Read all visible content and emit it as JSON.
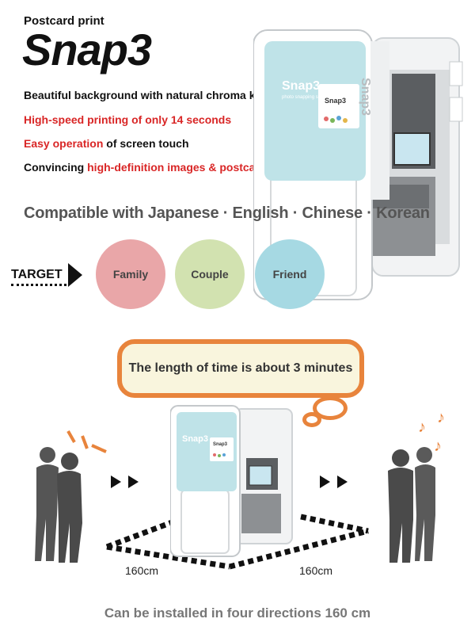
{
  "header": {
    "subtitle": "Postcard print",
    "logo": "Snap3"
  },
  "features": [
    {
      "plain": "Beautiful background with natural chroma key",
      "red": "",
      "tail": ""
    },
    {
      "plain": "",
      "red": "High-speed printing of only 14 seconds",
      "tail": ""
    },
    {
      "plain": "",
      "red": "Easy operation",
      "tail": " of screen touch"
    },
    {
      "plain": "Convincing ",
      "red": "high-definition images & postcard print!",
      "tail": ""
    }
  ],
  "compatibility": "Compatible with Japanese · English · Chinese · Korean",
  "target": {
    "label": "TARGET",
    "groups": [
      "Family",
      "Couple",
      "Friend"
    ]
  },
  "booth": {
    "brand": "Snap3",
    "side_label": "Snap3",
    "tagline": "photo snapping service",
    "screen_brand": "Snap3"
  },
  "time_bubble": "The length of time is about 3 minutes",
  "dimensions": {
    "left": "160cm",
    "right": "160cm"
  },
  "footer": "Can be installed in four directions 160 cm",
  "colors": {
    "accent_red": "#d92626",
    "bubble_border": "#e8843c",
    "family": "#e9a6a8",
    "couple": "#d2e2b0",
    "friend": "#a6d9e3",
    "booth_panel": "#bfe3e8"
  }
}
